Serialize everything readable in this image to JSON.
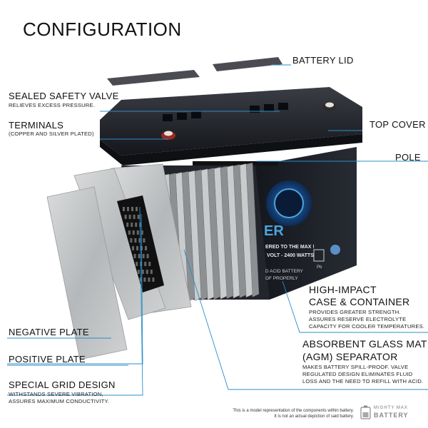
{
  "title": "CONFIGURATION",
  "labels": {
    "battery_lid": "BATTERY LID",
    "sealed_valve": "SEALED SAFETY VALVE",
    "sealed_valve_sub": "RELIEVES EXCESS PRESSURE.",
    "terminals": "TERMINALS",
    "terminals_sub": "(COPPER AND SILVER PLATED)",
    "top_cover": "TOP COVER",
    "pole": "POLE",
    "high_impact_1": "HIGH-IMPACT",
    "high_impact_2": "CASE & CONTAINER",
    "high_impact_sub_1": "PROVIDES GREATER STRENGTH.",
    "high_impact_sub_2": "ASSURES RESERVE ELECTROLYTE",
    "high_impact_sub_3": "CAPACITY FOR COOLER TEMPERATURES.",
    "negative_plate": "NEGATIVE PLATE",
    "positive_plate": "POSITIVE PLATE",
    "agm_1": "ABSORBENT GLASS MAT",
    "agm_2": "(AGM) SEPARATOR",
    "agm_sub_1": "MAKES BATTERY SPILL-PROOF. VALVE",
    "agm_sub_2": "REGULATED DESIGN ELIMINATES FLUID",
    "agm_sub_3": "LOSS AND THE NEED TO REFILL WITH ACID.",
    "grid_design": "SPECIAL GRID DESIGN",
    "grid_sub_1": "WITHSTANDS SEVERE VIBRATION,",
    "grid_sub_2": "ASSURES MAXIMUM CONDUCTIVITY."
  },
  "battery_face": {
    "brand_frag": "ER",
    "slogan": "ERED TO THE MAX !",
    "spec": "VOLT - 2400 WATTS",
    "line1": "D ACID BATTERY",
    "line2": "OF PROPERLY",
    "pb": "Pb"
  },
  "disclaimer": {
    "line1": "This is a model representation of the components within battery.",
    "line2": "It is not an actual depiction of said battery."
  },
  "logo": {
    "top": "MIGHTY MAX",
    "bottom": "BATTERY"
  },
  "colors": {
    "leader": "#2a8fc8",
    "case": "#1c1f26",
    "plate": "#bfc2c4"
  }
}
